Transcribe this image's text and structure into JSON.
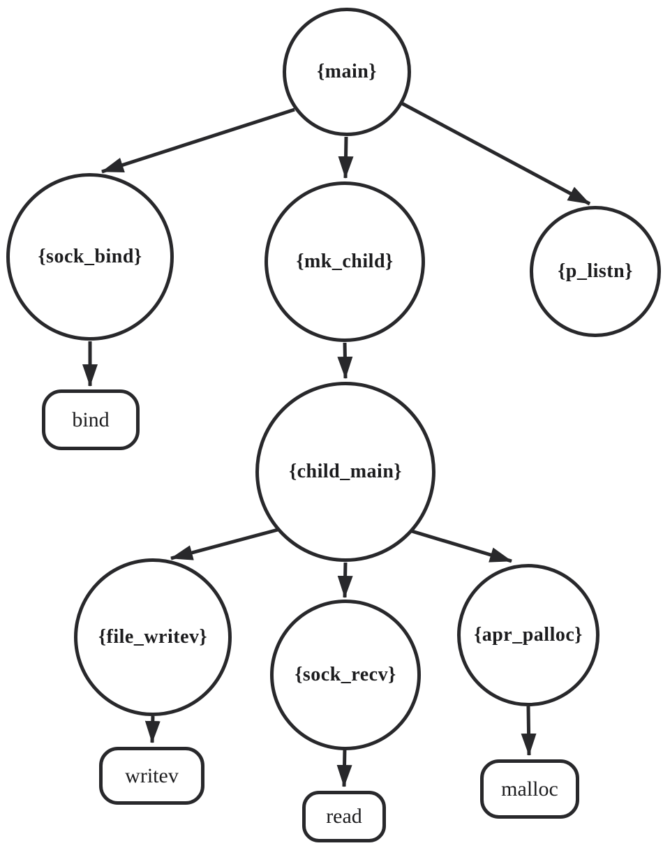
{
  "diagram": {
    "type": "call-graph-tree",
    "colors": {
      "stroke": "#28282b",
      "text": "#1c1c1e",
      "background": "#ffffff"
    },
    "nodes": [
      {
        "id": "main",
        "label": "{main}",
        "shape": "circle"
      },
      {
        "id": "sock_bind",
        "label": "{sock_bind}",
        "shape": "circle"
      },
      {
        "id": "mk_child",
        "label": "{mk_child}",
        "shape": "circle"
      },
      {
        "id": "p_listn",
        "label": "{p_listn}",
        "shape": "circle"
      },
      {
        "id": "child_main",
        "label": "{child_main}",
        "shape": "circle"
      },
      {
        "id": "file_writev",
        "label": "{file_writev}",
        "shape": "circle"
      },
      {
        "id": "sock_recv",
        "label": "{sock_recv}",
        "shape": "circle"
      },
      {
        "id": "apr_palloc",
        "label": "{apr_palloc}",
        "shape": "circle"
      },
      {
        "id": "bind",
        "label": "bind",
        "shape": "rounded-rect"
      },
      {
        "id": "writev",
        "label": "writev",
        "shape": "rounded-rect"
      },
      {
        "id": "read",
        "label": "read",
        "shape": "rounded-rect"
      },
      {
        "id": "malloc",
        "label": "malloc",
        "shape": "rounded-rect"
      }
    ],
    "edges": [
      {
        "from": "main",
        "to": "sock_bind"
      },
      {
        "from": "main",
        "to": "mk_child"
      },
      {
        "from": "main",
        "to": "p_listn"
      },
      {
        "from": "sock_bind",
        "to": "bind"
      },
      {
        "from": "mk_child",
        "to": "child_main"
      },
      {
        "from": "child_main",
        "to": "file_writev"
      },
      {
        "from": "child_main",
        "to": "sock_recv"
      },
      {
        "from": "child_main",
        "to": "apr_palloc"
      },
      {
        "from": "file_writev",
        "to": "writev"
      },
      {
        "from": "sock_recv",
        "to": "read"
      },
      {
        "from": "apr_palloc",
        "to": "malloc"
      }
    ]
  }
}
